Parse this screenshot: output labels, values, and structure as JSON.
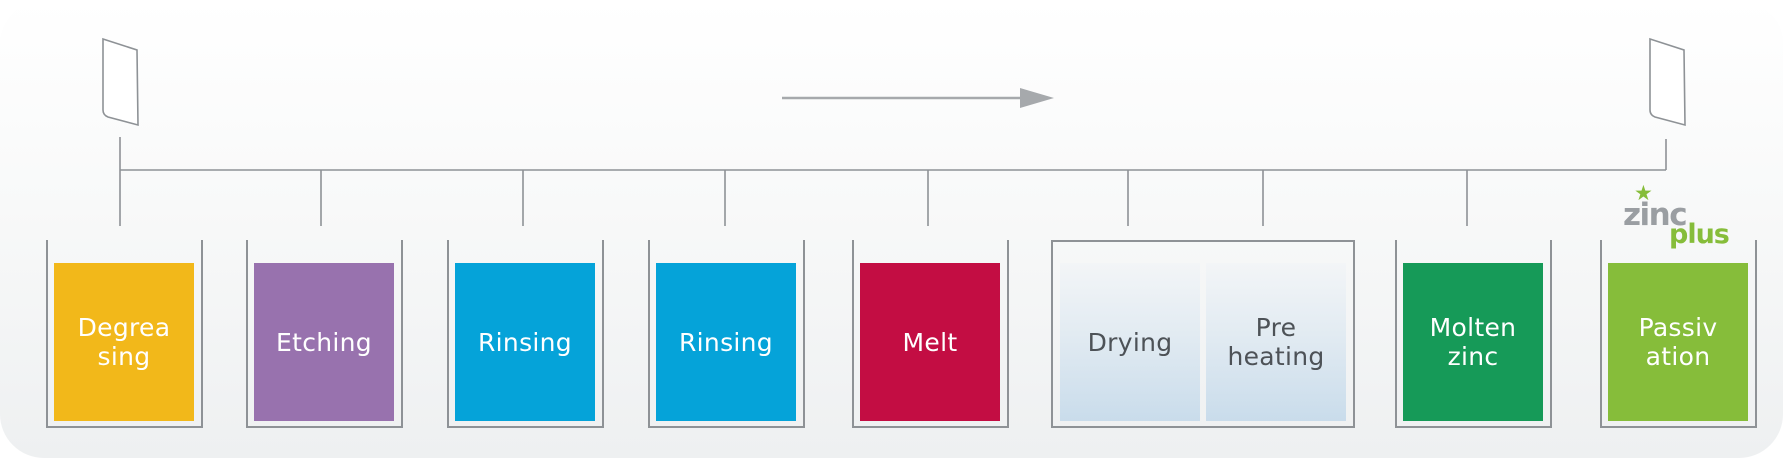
{
  "diagram": {
    "stages": [
      {
        "label": "Degrea\nsing",
        "color": "#f2b81a"
      },
      {
        "label": "Etching",
        "color": "#9872ae"
      },
      {
        "label": "Rinsing",
        "color": "#05a3d9"
      },
      {
        "label": "Rinsing",
        "color": "#05a3d9"
      },
      {
        "label": "Melt",
        "color": "#c30d43"
      },
      {
        "label": "Drying",
        "color": "#d4e3ef"
      },
      {
        "label": "Pre\nheating",
        "color": "#d4e3ef"
      },
      {
        "label": "Molten\nzinc",
        "color": "#169a58"
      },
      {
        "label": "Passiv\nation",
        "color": "#86bd3a"
      }
    ],
    "logo": {
      "word1": "zinc",
      "word2": "plus",
      "color_gray": "#9a9ea2",
      "color_green": "#86bd3a"
    },
    "colors": {
      "line": "#8e9296",
      "arrow": "#a6a9ac"
    }
  }
}
